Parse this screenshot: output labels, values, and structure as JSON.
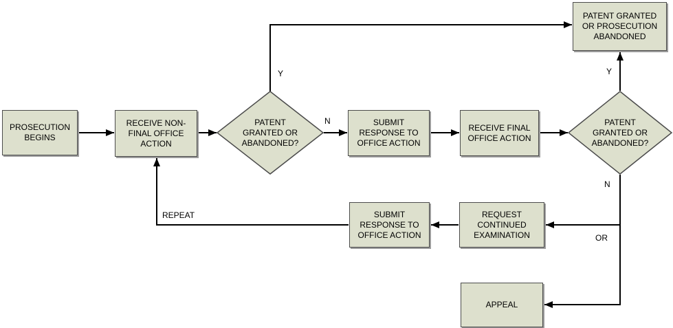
{
  "flowchart": {
    "nodes": {
      "prosecution_begins": {
        "label": "PROSECUTION\nBEGINS"
      },
      "receive_nonfinal_office_action": {
        "label": "RECEIVE NON-\nFINAL OFFICE\nACTION"
      },
      "decision_granted_abandoned_1": {
        "label": "PATENT\nGRANTED OR\nABANDONED?"
      },
      "submit_response_office_action_1": {
        "label": "SUBMIT\nRESPONSE TO\nOFFICE ACTION"
      },
      "receive_final_office_action": {
        "label": "RECEIVE FINAL\nOFFICE ACTION"
      },
      "decision_granted_abandoned_2": {
        "label": "PATENT\nGRANTED OR\nABANDONED?"
      },
      "patent_granted_or_prosecution_abandoned": {
        "label": "PATENT GRANTED\nOR PROSECUTION\nABANDONED"
      },
      "request_continued_examination": {
        "label": "REQUEST\nCONTINUED\nEXAMINATION"
      },
      "submit_response_office_action_2": {
        "label": "SUBMIT\nRESPONSE TO\nOFFICE ACTION"
      },
      "appeal": {
        "label": "APPEAL"
      }
    },
    "edge_labels": {
      "decision1_yes": "Y",
      "decision1_no": "N",
      "decision2_yes": "Y",
      "decision2_no": "N",
      "or": "OR",
      "repeat": "REPEAT"
    },
    "colors": {
      "node_fill": "#dde0cd",
      "node_border": "#4b4b4b",
      "edge_line": "#000000",
      "node_shadow": "#9c9c9c",
      "background": "#ffffff"
    }
  }
}
